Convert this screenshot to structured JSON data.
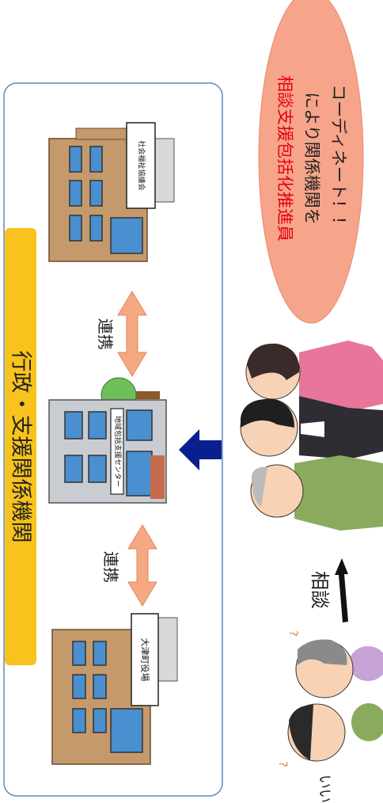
{
  "panel": {
    "title": "行政・支援関係機関"
  },
  "buildings": {
    "town_office_label": "大津町役場",
    "support_center_label": "地域包括支援センター",
    "welfare_council_label": "社会福祉協議会"
  },
  "links": {
    "left_label": "連携",
    "right_label": "連携"
  },
  "consult": {
    "label": "相談",
    "partial_text": "いい"
  },
  "callout": {
    "line1": "相談支援包括化推進員",
    "line2": "により関係機関を",
    "line3": "コーディネート！！"
  },
  "colors": {
    "panel_border": "#5b8bc4",
    "title_bar": "#f7c31c",
    "link_arrow": "#f4a983",
    "blue_arrow": "#0a1f8f",
    "callout_fill": "#f6a48a",
    "callout_red": "#e60012",
    "building_brown": "#c49a6c",
    "building_window": "#4a8fd0"
  }
}
